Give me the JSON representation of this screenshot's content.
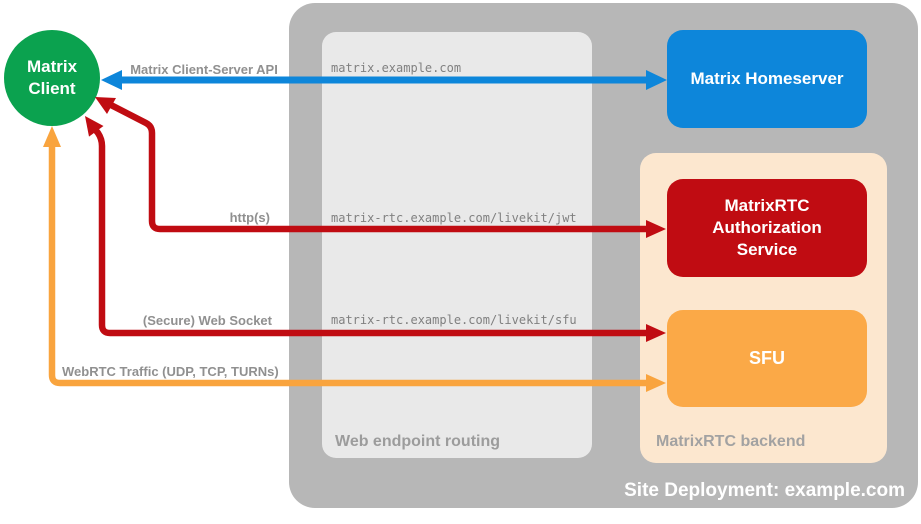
{
  "client": {
    "line1": "Matrix",
    "line2": "Client",
    "color": "#0ba24f"
  },
  "nodes": {
    "homeserver": {
      "label": "Matrix Homeserver",
      "color": "#0d86da"
    },
    "auth_service": {
      "label": "MatrixRTC Authorization Service",
      "color": "#c00c12"
    },
    "sfu": {
      "label": "SFU",
      "color": "#fba947"
    }
  },
  "containers": {
    "site": {
      "label": "Site Deployment: example.com",
      "color": "#b7b7b7"
    },
    "routing": {
      "label": "Web endpoint routing",
      "color": "#e9e9e9"
    },
    "backend": {
      "label": "MatrixRTC backend",
      "color": "#fce7cf"
    }
  },
  "connections": [
    {
      "id": "matrix-client-server-api",
      "label": "Matrix Client-Server API",
      "endpoint": "matrix.example.com",
      "color": "#0d86da",
      "bidirectional": true
    },
    {
      "id": "http",
      "label": "http(s)",
      "endpoint": "matrix-rtc.example.com/livekit/jwt",
      "color": "#c00c12",
      "bidirectional": true
    },
    {
      "id": "secure-web-socket",
      "label": "(Secure) Web Socket",
      "endpoint": "matrix-rtc.example.com/livekit/sfu",
      "color": "#c00c12",
      "bidirectional": true
    },
    {
      "id": "webrtc-traffic",
      "label": "WebRTC Traffic (UDP, TCP, TURNs)",
      "endpoint": "",
      "color": "#f9a43e",
      "bidirectional": true
    }
  ]
}
